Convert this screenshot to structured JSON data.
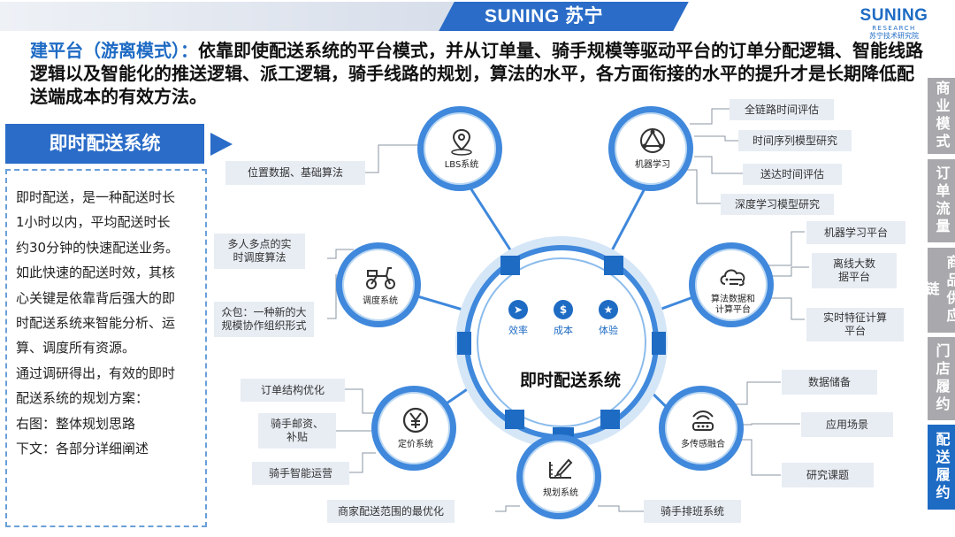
{
  "header": {
    "band_text": "SUNING 苏宁",
    "logo": {
      "main": "SUNING",
      "sub": "RESEARCH",
      "cn": "苏宁技术研究院"
    },
    "headline_key": "建平台（游离模式）：",
    "headline_rest": "依靠即使配送系统的平台模式，并从订单量、骑手规模等驱动平台的订单分配逻辑、智能线路逻辑以及智能化的推送逻辑、派工逻辑，骑手线路的规划，算法的水平，各方面衔接的水平的提升才是长期降低配送端成本的有效方法。"
  },
  "side_tabs": [
    {
      "label": "商业模式",
      "active": false
    },
    {
      "label": "订单流量",
      "active": false
    },
    {
      "label": "商品供应链",
      "active": false
    },
    {
      "label": "门店履约",
      "active": false
    },
    {
      "label": "配送履约",
      "active": true
    }
  ],
  "left": {
    "section_title": "即时配送系统",
    "lines": [
      "即时配送，是一种配送时长",
      "1小时以内，平均配送时长",
      "约30分钟的快速配送业务。",
      "如此快速的配送时效，其核",
      "心关键是依靠背后强大的即",
      "时配送系统来智能分析、运",
      "算、调度所有资源。",
      "通过调研得出，有效的即时",
      "配送系统的规划方案：",
      "右图：整体规划思路",
      "下文：各部分详细阐述"
    ]
  },
  "center": {
    "title": "即时配送系统",
    "items": [
      {
        "label": "效率",
        "icon": "rocket-icon"
      },
      {
        "label": "成本",
        "icon": "dollar-icon"
      },
      {
        "label": "体验",
        "icon": "star-icon"
      }
    ]
  },
  "nodes": {
    "lbs": {
      "label": "LBS系统",
      "icon": "map-pin-icon"
    },
    "ml": {
      "label": "机器学习",
      "icon": "network-triangle-icon"
    },
    "dispatch": {
      "label": "调度系统",
      "icon": "scooter-icon"
    },
    "algo": {
      "label": "算法数据和计算平台",
      "label_lines": [
        "算法数据和",
        "计算平台"
      ],
      "icon": "cloud-data-icon"
    },
    "pricing": {
      "label": "定价系统",
      "icon": "yen-icon"
    },
    "sensor": {
      "label": "多传感融合",
      "icon": "sensor-icon"
    },
    "planning": {
      "label": "规划系统",
      "icon": "ruler-pen-icon"
    }
  },
  "labels": {
    "lbs_1": "位置数据、基础算法",
    "ml_1": "全链路时间评估",
    "ml_2": "时间序列模型研究",
    "ml_3": "送达时间评估",
    "ml_4": "深度学习模型研究",
    "dispatch_1": "多人多点的实时调度算法",
    "dispatch_1_lines": [
      "多人多点的实",
      "时调度算法"
    ],
    "dispatch_2": "众包：一种新的大规模协作组织形式",
    "dispatch_2_lines": [
      "众包：一种新的大",
      "规模协作组织形式"
    ],
    "algo_1": "机器学习平台",
    "algo_2": "离线大数据平台",
    "algo_2_lines": [
      "离线大数",
      "据平台"
    ],
    "algo_3": "实时特征计算平台",
    "algo_3_lines": [
      "实时特征计算",
      "平台"
    ],
    "pricing_1": "订单结构优化",
    "pricing_2": "骑手邮资、补贴",
    "pricing_2_lines": [
      "骑手邮资、",
      "补贴"
    ],
    "pricing_3": "骑手智能运营",
    "sensor_1": "数据储备",
    "sensor_2": "应用场景",
    "sensor_3": "研究课题",
    "planning_1": "商家配送范围的最优化",
    "planning_2": "骑手排班系统"
  },
  "colors": {
    "accent": "#1e6bc4",
    "ring": "#3f88dc",
    "label_bg": "#e8edf4",
    "tab_inactive": "#a9a9ad"
  }
}
